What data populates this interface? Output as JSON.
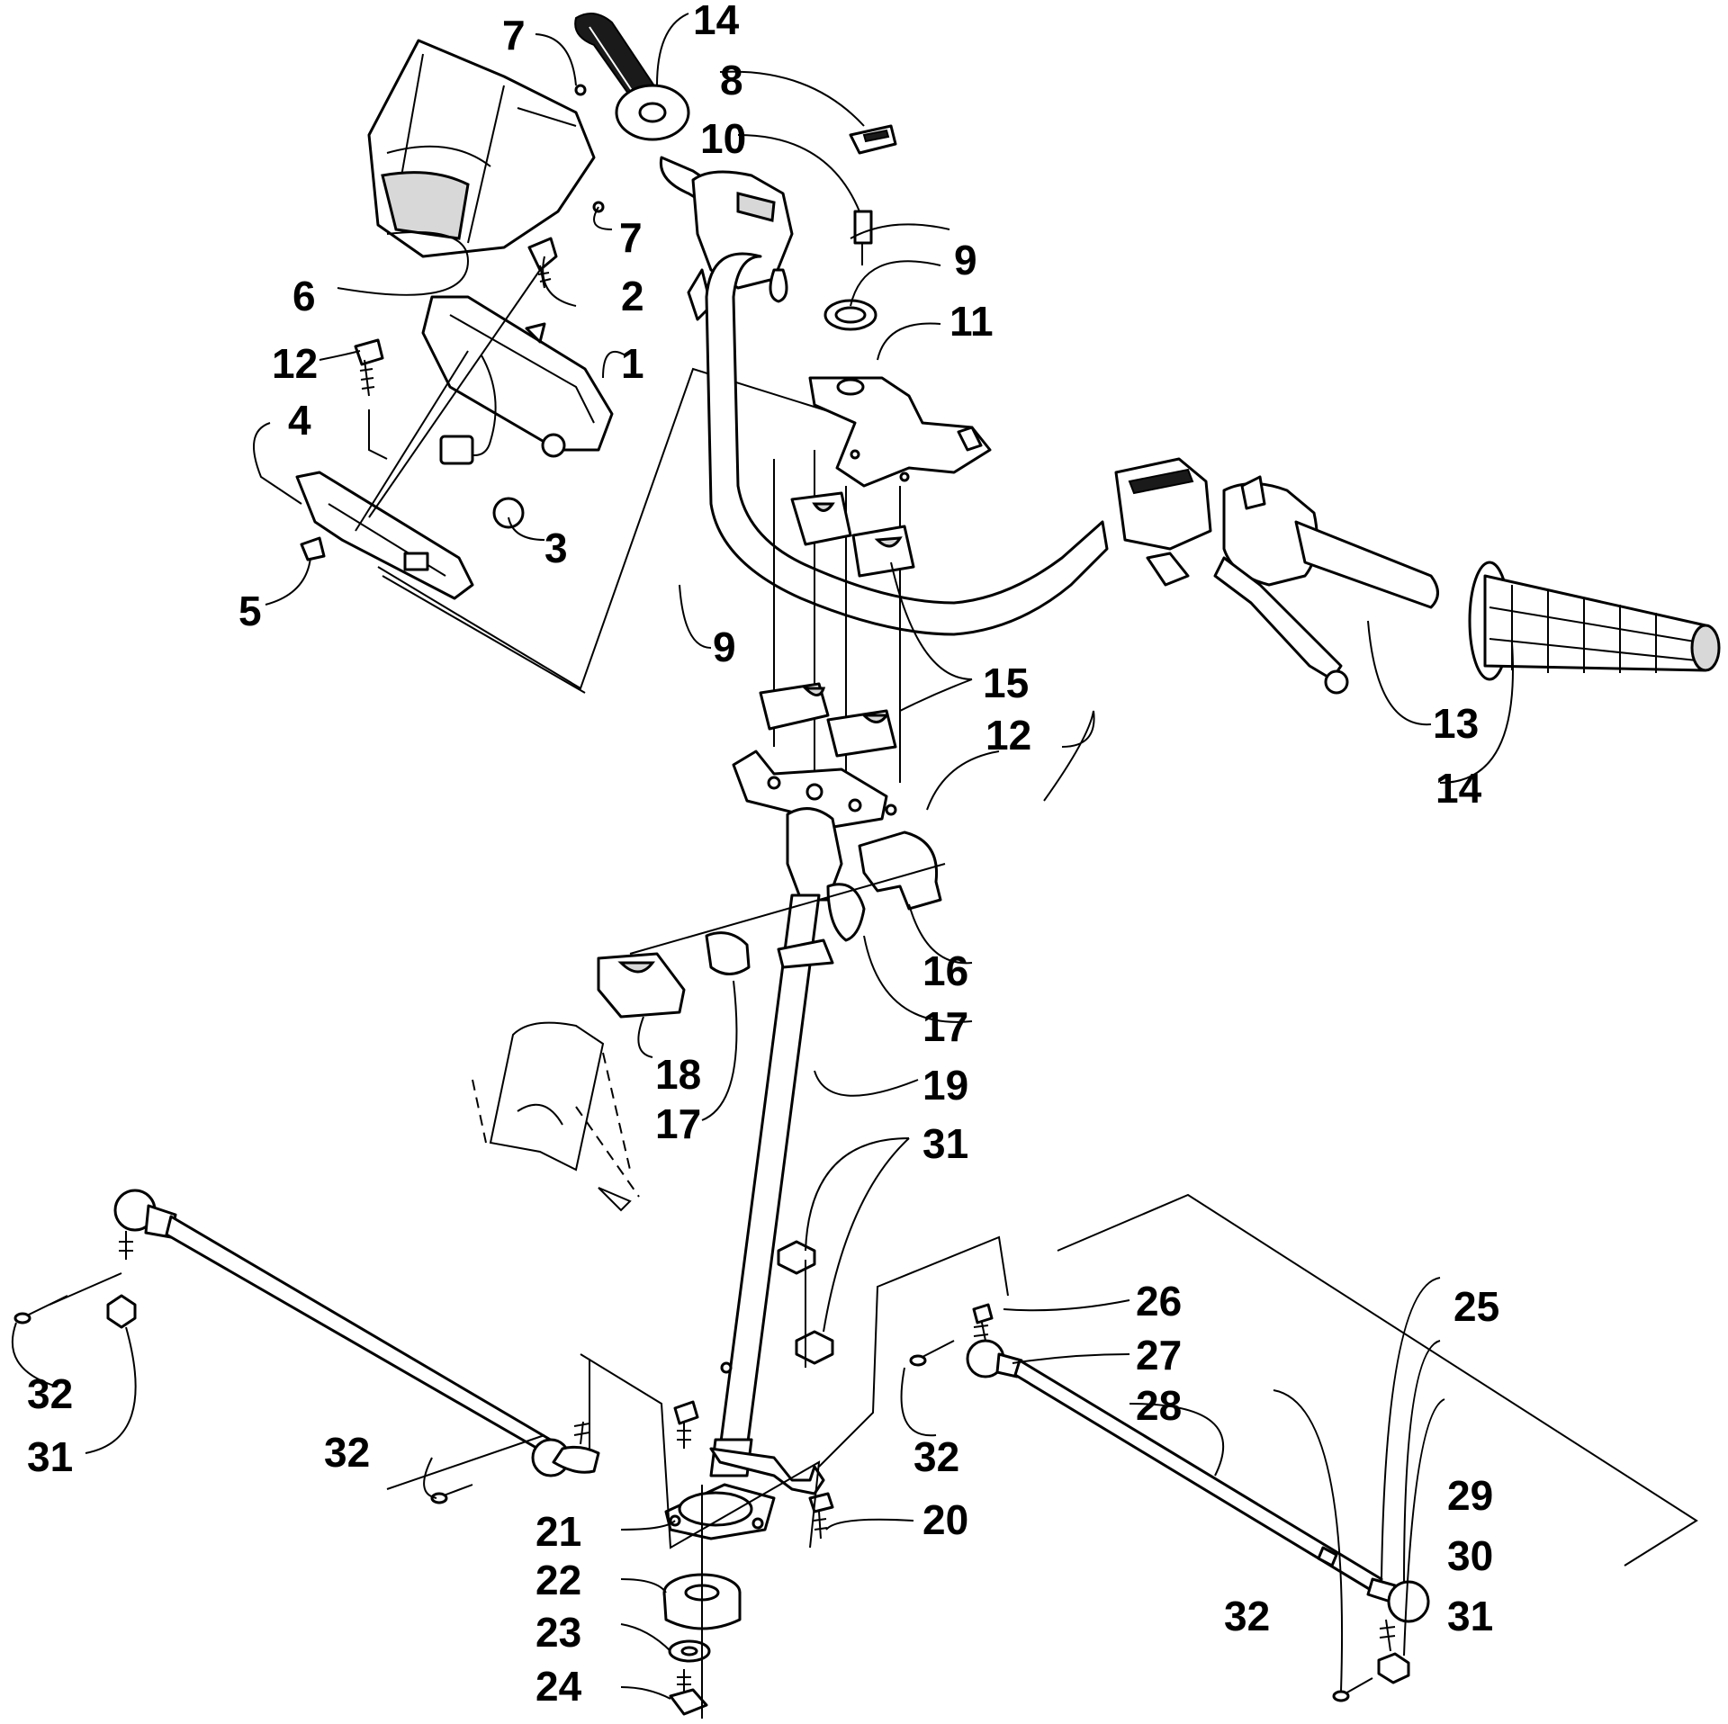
{
  "callouts": {
    "c1": "1",
    "c2": "2",
    "c3": "3",
    "c4": "4",
    "c5": "5",
    "c6": "6",
    "c7a": "7",
    "c7b": "7",
    "c8": "8",
    "c9a": "9",
    "c9b": "9",
    "c10": "10",
    "c11": "11",
    "c12a": "12",
    "c12b": "12",
    "c13": "13",
    "c14a": "14",
    "c14b": "14",
    "c15": "15",
    "c16": "16",
    "c17a": "17",
    "c17b": "17",
    "c18": "18",
    "c19": "19",
    "c20": "20",
    "c21": "21",
    "c22": "22",
    "c23": "23",
    "c24": "24",
    "c25": "25",
    "c26": "26",
    "c27": "27",
    "c28": "28",
    "c29": "29",
    "c30": "30",
    "c31a": "31",
    "c31b": "31",
    "c31c": "31",
    "c32a": "32",
    "c32b": "32",
    "c32c": "32",
    "c32d": "32"
  }
}
